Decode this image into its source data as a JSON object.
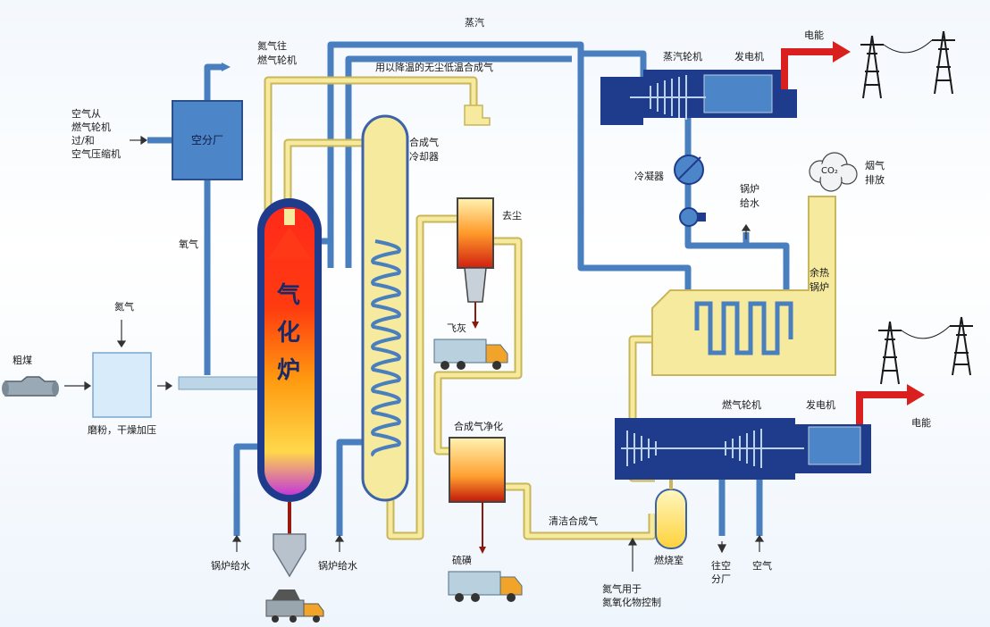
{
  "labels": {
    "steam": "蒸汽",
    "nitrogen_to_gt": [
      "氮气往",
      "燃气轮机"
    ],
    "to_syngas": "用以降温的无尘低温合成气",
    "steam_turbine": "蒸汽轮机",
    "generator_top": "发电机",
    "power_top": "电能",
    "air_source": [
      "空气从",
      "燃气轮机",
      "过/和",
      "空气压缩机"
    ],
    "asu": "空分厂",
    "oxygen": "氧气",
    "nitrogen_in": "氮气",
    "raw_coal": "粗煤",
    "grinding": "磨粉，干燥加压",
    "gasifier": [
      "气",
      "化",
      "炉"
    ],
    "syngas_cooler": [
      "合成气",
      "冷却器"
    ],
    "dedust": "去尘",
    "fly_ash": "飞灰",
    "condenser": "冷凝器",
    "boiler_feed": [
      "锅炉",
      "给水"
    ],
    "co2": "CO₂",
    "flue_gas": [
      "烟气",
      "排放"
    ],
    "hrsg": [
      "余热",
      "锅炉"
    ],
    "syngas_clean": "合成气净化",
    "sulfur": "硫磺",
    "clean_syngas": "清洁合成气",
    "gas_turbine": "燃气轮机",
    "generator_bottom": "发电机",
    "power_bottom": "电能",
    "boiler_water_1": "锅炉给水",
    "boiler_water_2": "锅炉给水",
    "nox_control": [
      "氮气用于",
      "氮氧化物控制"
    ],
    "combustor": "燃烧室",
    "to_asu": [
      "往空",
      "分厂"
    ],
    "air": "空气"
  },
  "colors": {
    "pipe_blue": "#5b8fc9",
    "pipe_yellow": "#f4e79a",
    "pipe_edge": "#c9b55a",
    "machine_navy": "#1f3b8c",
    "box_blue": "#4c86c8",
    "arrow_red": "#d9201e"
  }
}
